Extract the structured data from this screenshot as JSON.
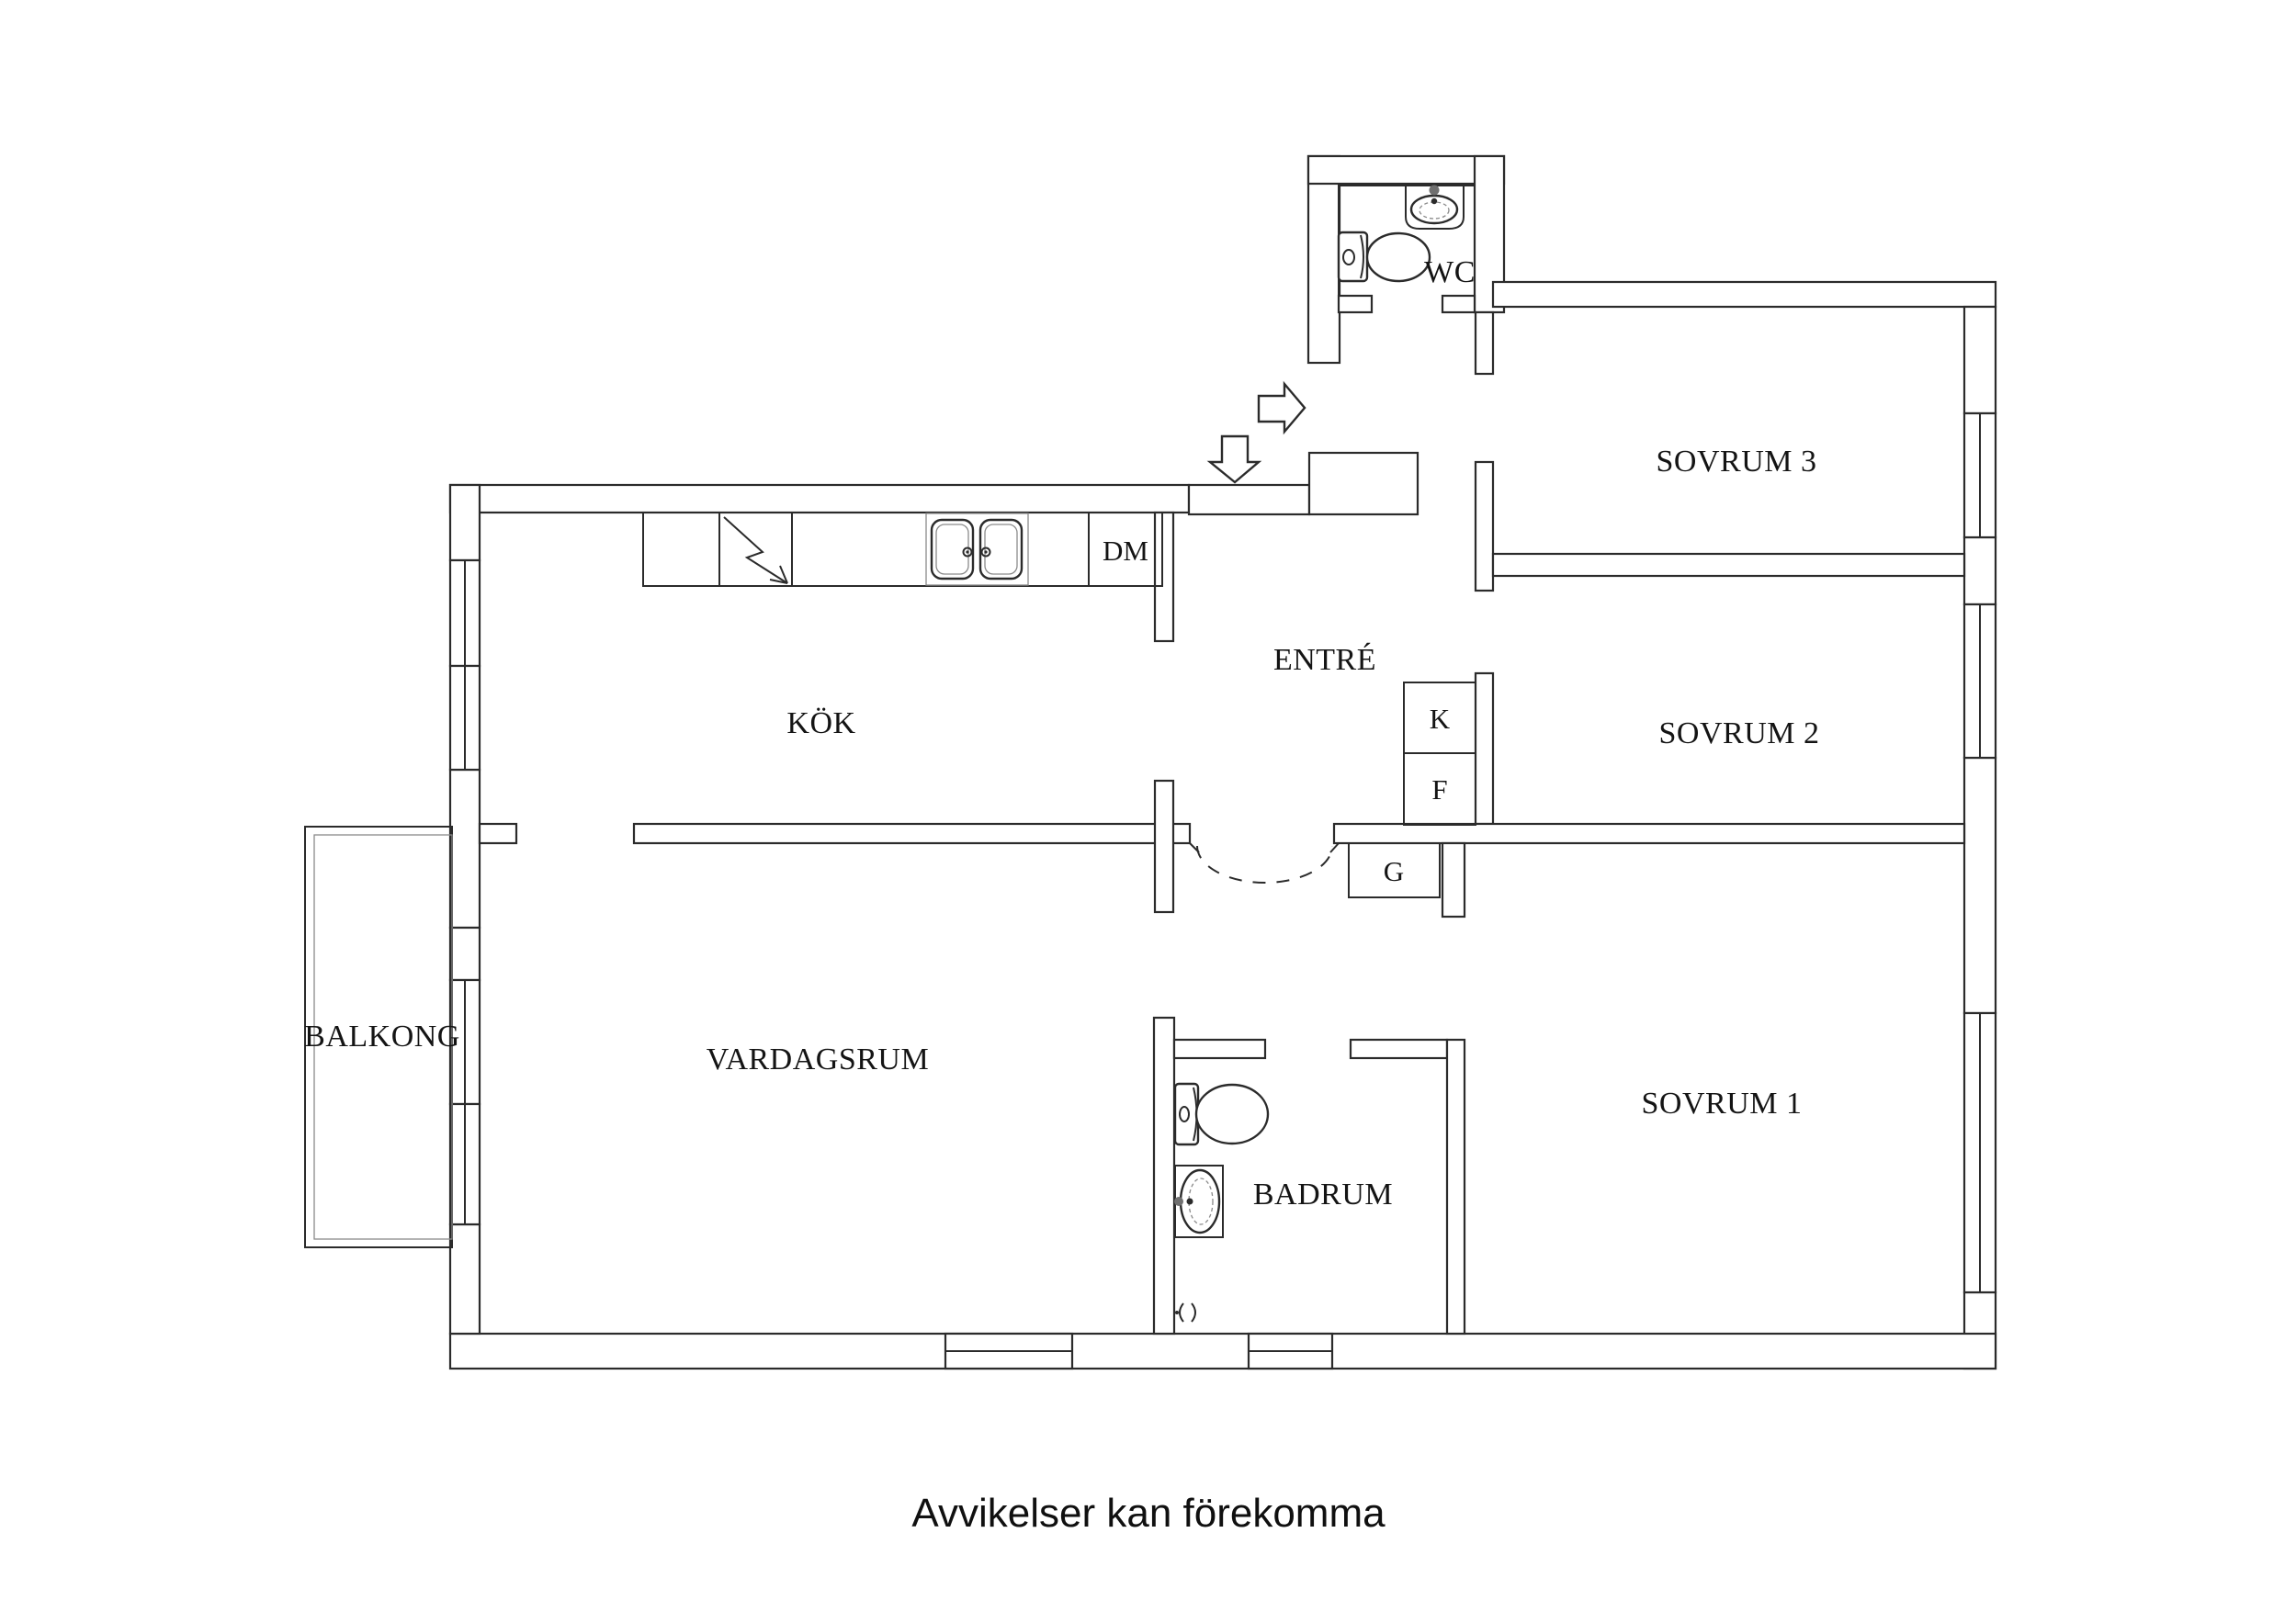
{
  "plan": {
    "room_labels": {
      "wc": "WC",
      "sovrum3": "SOVRUM 3",
      "sovrum2": "SOVRUM 2",
      "sovrum1": "SOVRUM 1",
      "entre": "ENTRÉ",
      "kok": "KÖK",
      "vardagsrum": "VARDAGSRUM",
      "balkong": "BALKONG",
      "badrum": "BADRUM"
    },
    "appliance_labels": {
      "dishwasher": "DM",
      "fridge": "K",
      "freezer": "F",
      "wardrobe": "G"
    },
    "footer_text": "Avvikelser kan förekomma",
    "colors": {
      "background": "#ffffff",
      "line": "#2b2b2b",
      "text": "#141414"
    }
  }
}
